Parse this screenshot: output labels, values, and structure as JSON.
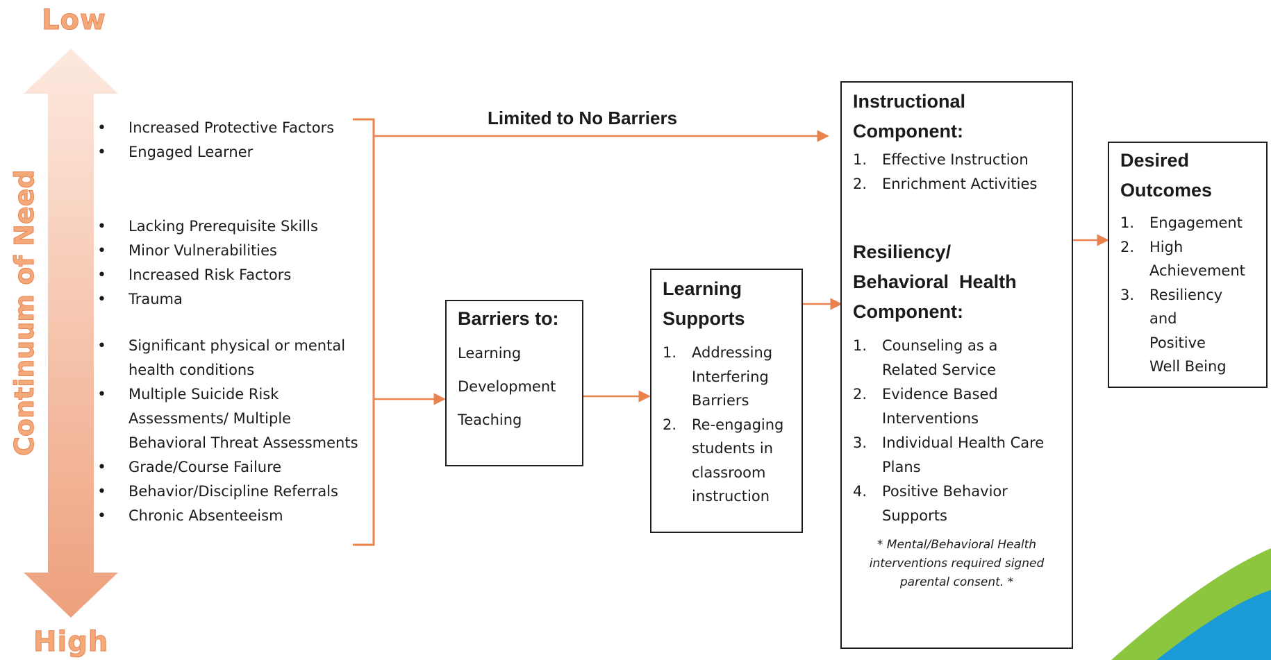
{
  "scale": {
    "low": "Low",
    "high": "High",
    "label": "Continuum of Need"
  },
  "factors": {
    "group1": [
      "Increased Protective Factors",
      "Engaged Learner"
    ],
    "group2": [
      "Lacking Prerequisite Skills",
      "Minor Vulnerabilities",
      "Increased Risk Factors",
      "Trauma"
    ],
    "group3": [
      "Significant physical or mental health conditions",
      "Multiple Suicide Risk Assessments/ Multiple Behavioral Threat Assessments",
      "Grade/Course Failure",
      "Behavior/Discipline Referrals",
      "Chronic Absenteeism"
    ]
  },
  "top_path_label": "Limited to No Barriers",
  "barriers_box": {
    "title": "Barriers to:",
    "items": [
      "Learning",
      "Development",
      "Teaching"
    ]
  },
  "learning_supports_box": {
    "title_line1": "Learning",
    "title_line2": "Supports",
    "items": [
      {
        "num": "1.",
        "text": "Addressing Interfering Barriers"
      },
      {
        "num": "2.",
        "text": "Re-engaging students in classroom instruction"
      }
    ]
  },
  "components_box": {
    "instructional_title_line1": "Instructional",
    "instructional_title_line2": "Component:",
    "instructional_items": [
      {
        "num": "1.",
        "text": "Effective Instruction"
      },
      {
        "num": "2.",
        "text": "Enrichment Activities"
      }
    ],
    "resiliency_title_line1": "Resiliency/",
    "resiliency_title_line2": "Behavioral  Health",
    "resiliency_title_line3": "Component:",
    "resiliency_items": [
      {
        "num": "1.",
        "text": "Counseling as a Related Service"
      },
      {
        "num": "2.",
        "text": "Evidence Based Interventions"
      },
      {
        "num": "3.",
        "text": "Individual Health Care Plans"
      },
      {
        "num": "4.",
        "text": "Positive Behavior Supports"
      }
    ],
    "note": "* Mental/Behavioral Health interventions required signed parental consent. *"
  },
  "outcomes_box": {
    "title_line1": "Desired",
    "title_line2": "Outcomes",
    "items": [
      {
        "num": "1.",
        "text": "Engagement"
      },
      {
        "num": "2.",
        "text": "High Achievement"
      },
      {
        "num": "3.",
        "text": "Resiliency and Positive Well Being"
      }
    ]
  },
  "colors": {
    "arrow": "#e8834e",
    "scale_text": "#f4a97a",
    "gradient_top": "#fde6da",
    "gradient_bottom": "#eea07c",
    "corner_green": "#8cc63f",
    "corner_blue": "#1a9ad6"
  }
}
